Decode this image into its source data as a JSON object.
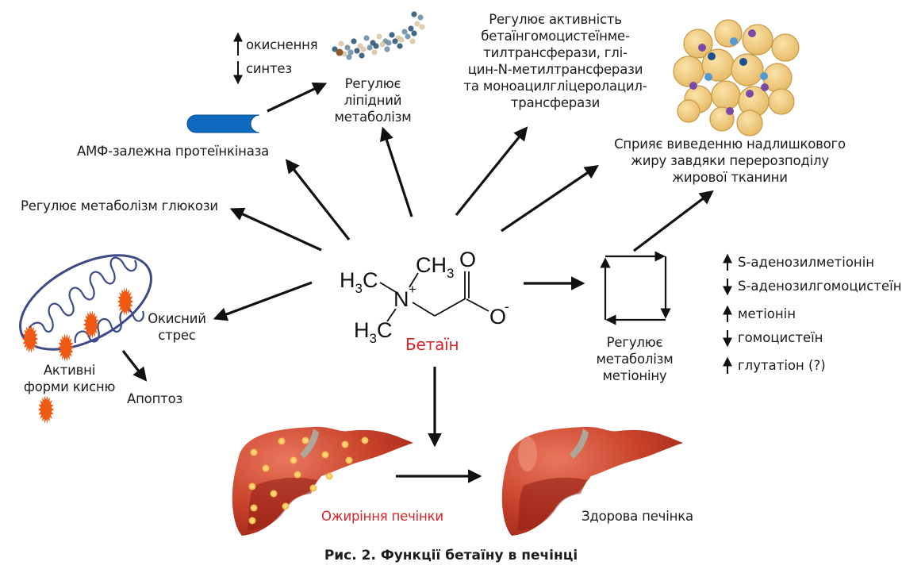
{
  "figure": {
    "caption": "Рис. 2. Функції бетаїну в печінці"
  },
  "center": {
    "name": "Бетаїн",
    "formula": {
      "h3c_top": "H",
      "h3c_top_sub": "3",
      "h3c_top_c": "C",
      "ch3_c": "CH",
      "ch3_sub": "3",
      "n": "N",
      "n_charge": "+",
      "h3c_bot": "H",
      "h3c_bot_sub": "3",
      "h3c_bot_c": "C",
      "o_top": "O",
      "o_bot": "O",
      "o_charge": "-"
    }
  },
  "lipid": {
    "up_label": "окиснення",
    "down_label": "синтез",
    "title_lines": [
      "Регулює",
      "ліпідний",
      "метаболізм"
    ]
  },
  "ampk": {
    "label": "АМФ-залежна протеїнкіназа"
  },
  "glucose": {
    "label": "Регулює метаболізм глюкози"
  },
  "enzymes": {
    "lines": [
      "Регулює активність",
      "бетаїнгомоцистеїнме-",
      "тилтрансферази, глі-",
      "цин-N-метилтрансферази",
      "та моноацилгліцеролацил-",
      "трансферази"
    ]
  },
  "fat": {
    "lines": [
      "Сприяє виведенню надлишкового",
      "жиру завдяки перерозподілу",
      "жирової тканини"
    ]
  },
  "oxidative": {
    "stress_lines": [
      "Окисний",
      "стрес"
    ],
    "ros_lines": [
      "Активні",
      "форми кисню"
    ],
    "apoptosis": "Апоптоз"
  },
  "methionine": {
    "title_lines": [
      "Регулює",
      "метаболізм",
      "метіоніну"
    ],
    "changes": [
      {
        "direction": "up",
        "label": "S-аденозилметіонін"
      },
      {
        "direction": "down",
        "label": "S-аденозилгомоцистеїн"
      },
      {
        "direction": "up",
        "label": "метіонін"
      },
      {
        "direction": "down",
        "label": "гомоцистеїн"
      },
      {
        "direction": "up",
        "label": "глутатіон (?)"
      }
    ]
  },
  "liver": {
    "fatty_label": "Ожиріння печінки",
    "healthy_label": "Здорова печінка"
  },
  "colors": {
    "arrow": "#111111",
    "accent_red": "#d8232a",
    "ampk_blue": "#0f6abf",
    "mito_outline": "#3d4a86",
    "ros_orange": "#ee5a14",
    "liver": "#c8412a",
    "liver_dark": "#8e1e14",
    "fat_droplet": "#f5c95a"
  }
}
